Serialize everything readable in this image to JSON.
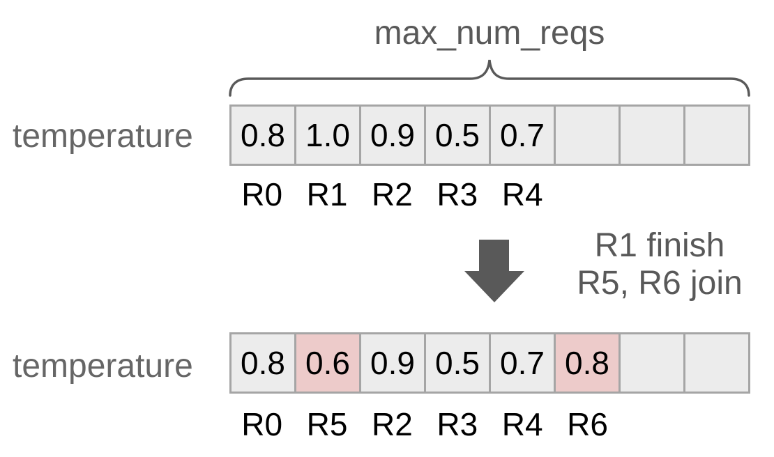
{
  "brace": {
    "label": "max_num_reqs"
  },
  "before": {
    "label": "temperature",
    "cells": [
      {
        "value": "0.8",
        "highlight": false
      },
      {
        "value": "1.0",
        "highlight": false
      },
      {
        "value": "0.9",
        "highlight": false
      },
      {
        "value": "0.5",
        "highlight": false
      },
      {
        "value": "0.7",
        "highlight": false
      },
      {
        "value": "",
        "highlight": false
      },
      {
        "value": "",
        "highlight": false
      },
      {
        "value": "",
        "highlight": false
      }
    ],
    "request_labels": [
      "R0",
      "R1",
      "R2",
      "R3",
      "R4",
      "",
      "",
      ""
    ]
  },
  "transition": {
    "arrow_icon": "arrow-down",
    "lines": [
      "R1 finish",
      "R5, R6 join"
    ]
  },
  "after": {
    "label": "temperature",
    "cells": [
      {
        "value": "0.8",
        "highlight": false
      },
      {
        "value": "0.6",
        "highlight": true
      },
      {
        "value": "0.9",
        "highlight": false
      },
      {
        "value": "0.5",
        "highlight": false
      },
      {
        "value": "0.7",
        "highlight": false
      },
      {
        "value": "0.8",
        "highlight": true
      },
      {
        "value": "",
        "highlight": false
      },
      {
        "value": "",
        "highlight": false
      }
    ],
    "request_labels": [
      "R0",
      "R5",
      "R2",
      "R3",
      "R4",
      "R6",
      "",
      ""
    ]
  },
  "colors": {
    "cell_bg": "#ececec",
    "highlight_bg": "#edcbca",
    "cell_border": "#a5a5a5",
    "accent_gray": "#595959",
    "label_gray": "#666666"
  }
}
